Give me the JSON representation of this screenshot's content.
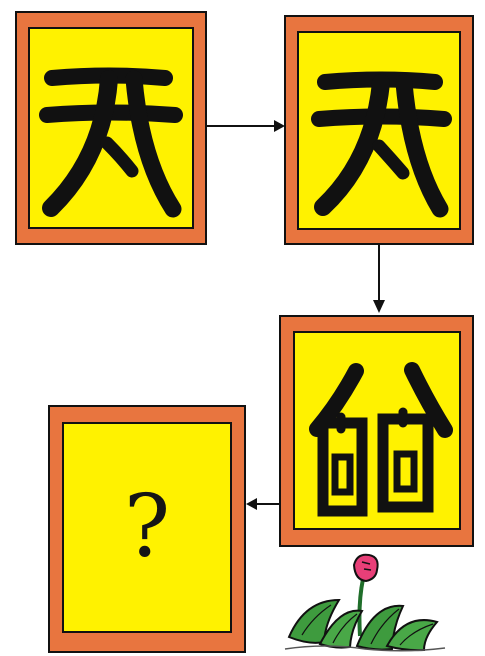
{
  "colors": {
    "frame": "#e8753f",
    "panel": "#fff200",
    "ink": "#111111",
    "plant_leaf": "#3e9b3e",
    "plant_flower": "#e83f78"
  },
  "cards": [
    {
      "id": "card-1",
      "content": "glyph-wide-person"
    },
    {
      "id": "card-2",
      "content": "glyph-wide-person"
    },
    {
      "id": "card-3",
      "content": "glyph-hut-with-boxes"
    },
    {
      "id": "card-4",
      "content": "question-mark"
    }
  ],
  "answer_card": {
    "text": "?"
  },
  "arrows": [
    {
      "from": "card-1",
      "to": "card-2",
      "direction": "right"
    },
    {
      "from": "card-2",
      "to": "card-3",
      "direction": "down"
    },
    {
      "from": "card-3",
      "to": "card-4",
      "direction": "left"
    }
  ],
  "decor": {
    "plant_icon": "flower-plant"
  }
}
